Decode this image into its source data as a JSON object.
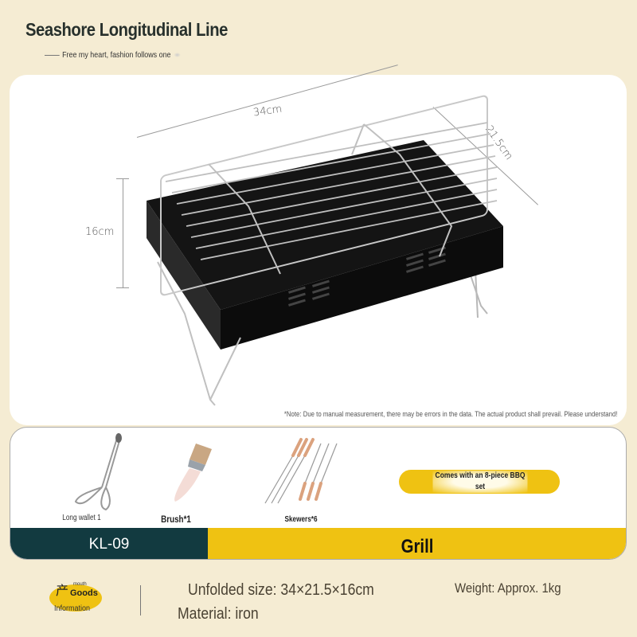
{
  "header": {
    "title": "Seashore Longitudinal Line",
    "tagline": "Free my heart, fashion follows one"
  },
  "product_image": {
    "dimensions": {
      "length": "34cm",
      "width": "21.5cm",
      "height": "16cm"
    },
    "note": "*Note: Due to manual measurement, there may be errors in the data. The actual product shall prevail. Please understand!"
  },
  "accessories": {
    "items": [
      {
        "label": "Long wallet 1",
        "icon": "tongs-icon"
      },
      {
        "label": "Brush*1",
        "icon": "brush-icon"
      },
      {
        "label": "Skewers*6",
        "icon": "skewers-icon"
      }
    ],
    "set_badge": "Comes with an 8-piece BBQ set"
  },
  "product_bar": {
    "model": "KL-09",
    "name": "Grill"
  },
  "info": {
    "badge_char": "产",
    "badge_small": "mouth",
    "badge_main": "Goods",
    "badge_sub": "Information",
    "unfolded_size": "Unfolded size: 34×21.5×16cm",
    "material": "Material: iron",
    "weight": "Weight: Approx. 1kg"
  },
  "colors": {
    "background": "#f5ecd3",
    "accent_yellow": "#efc212",
    "dark_teal": "#123a40",
    "text_brown": "#4a4233"
  }
}
